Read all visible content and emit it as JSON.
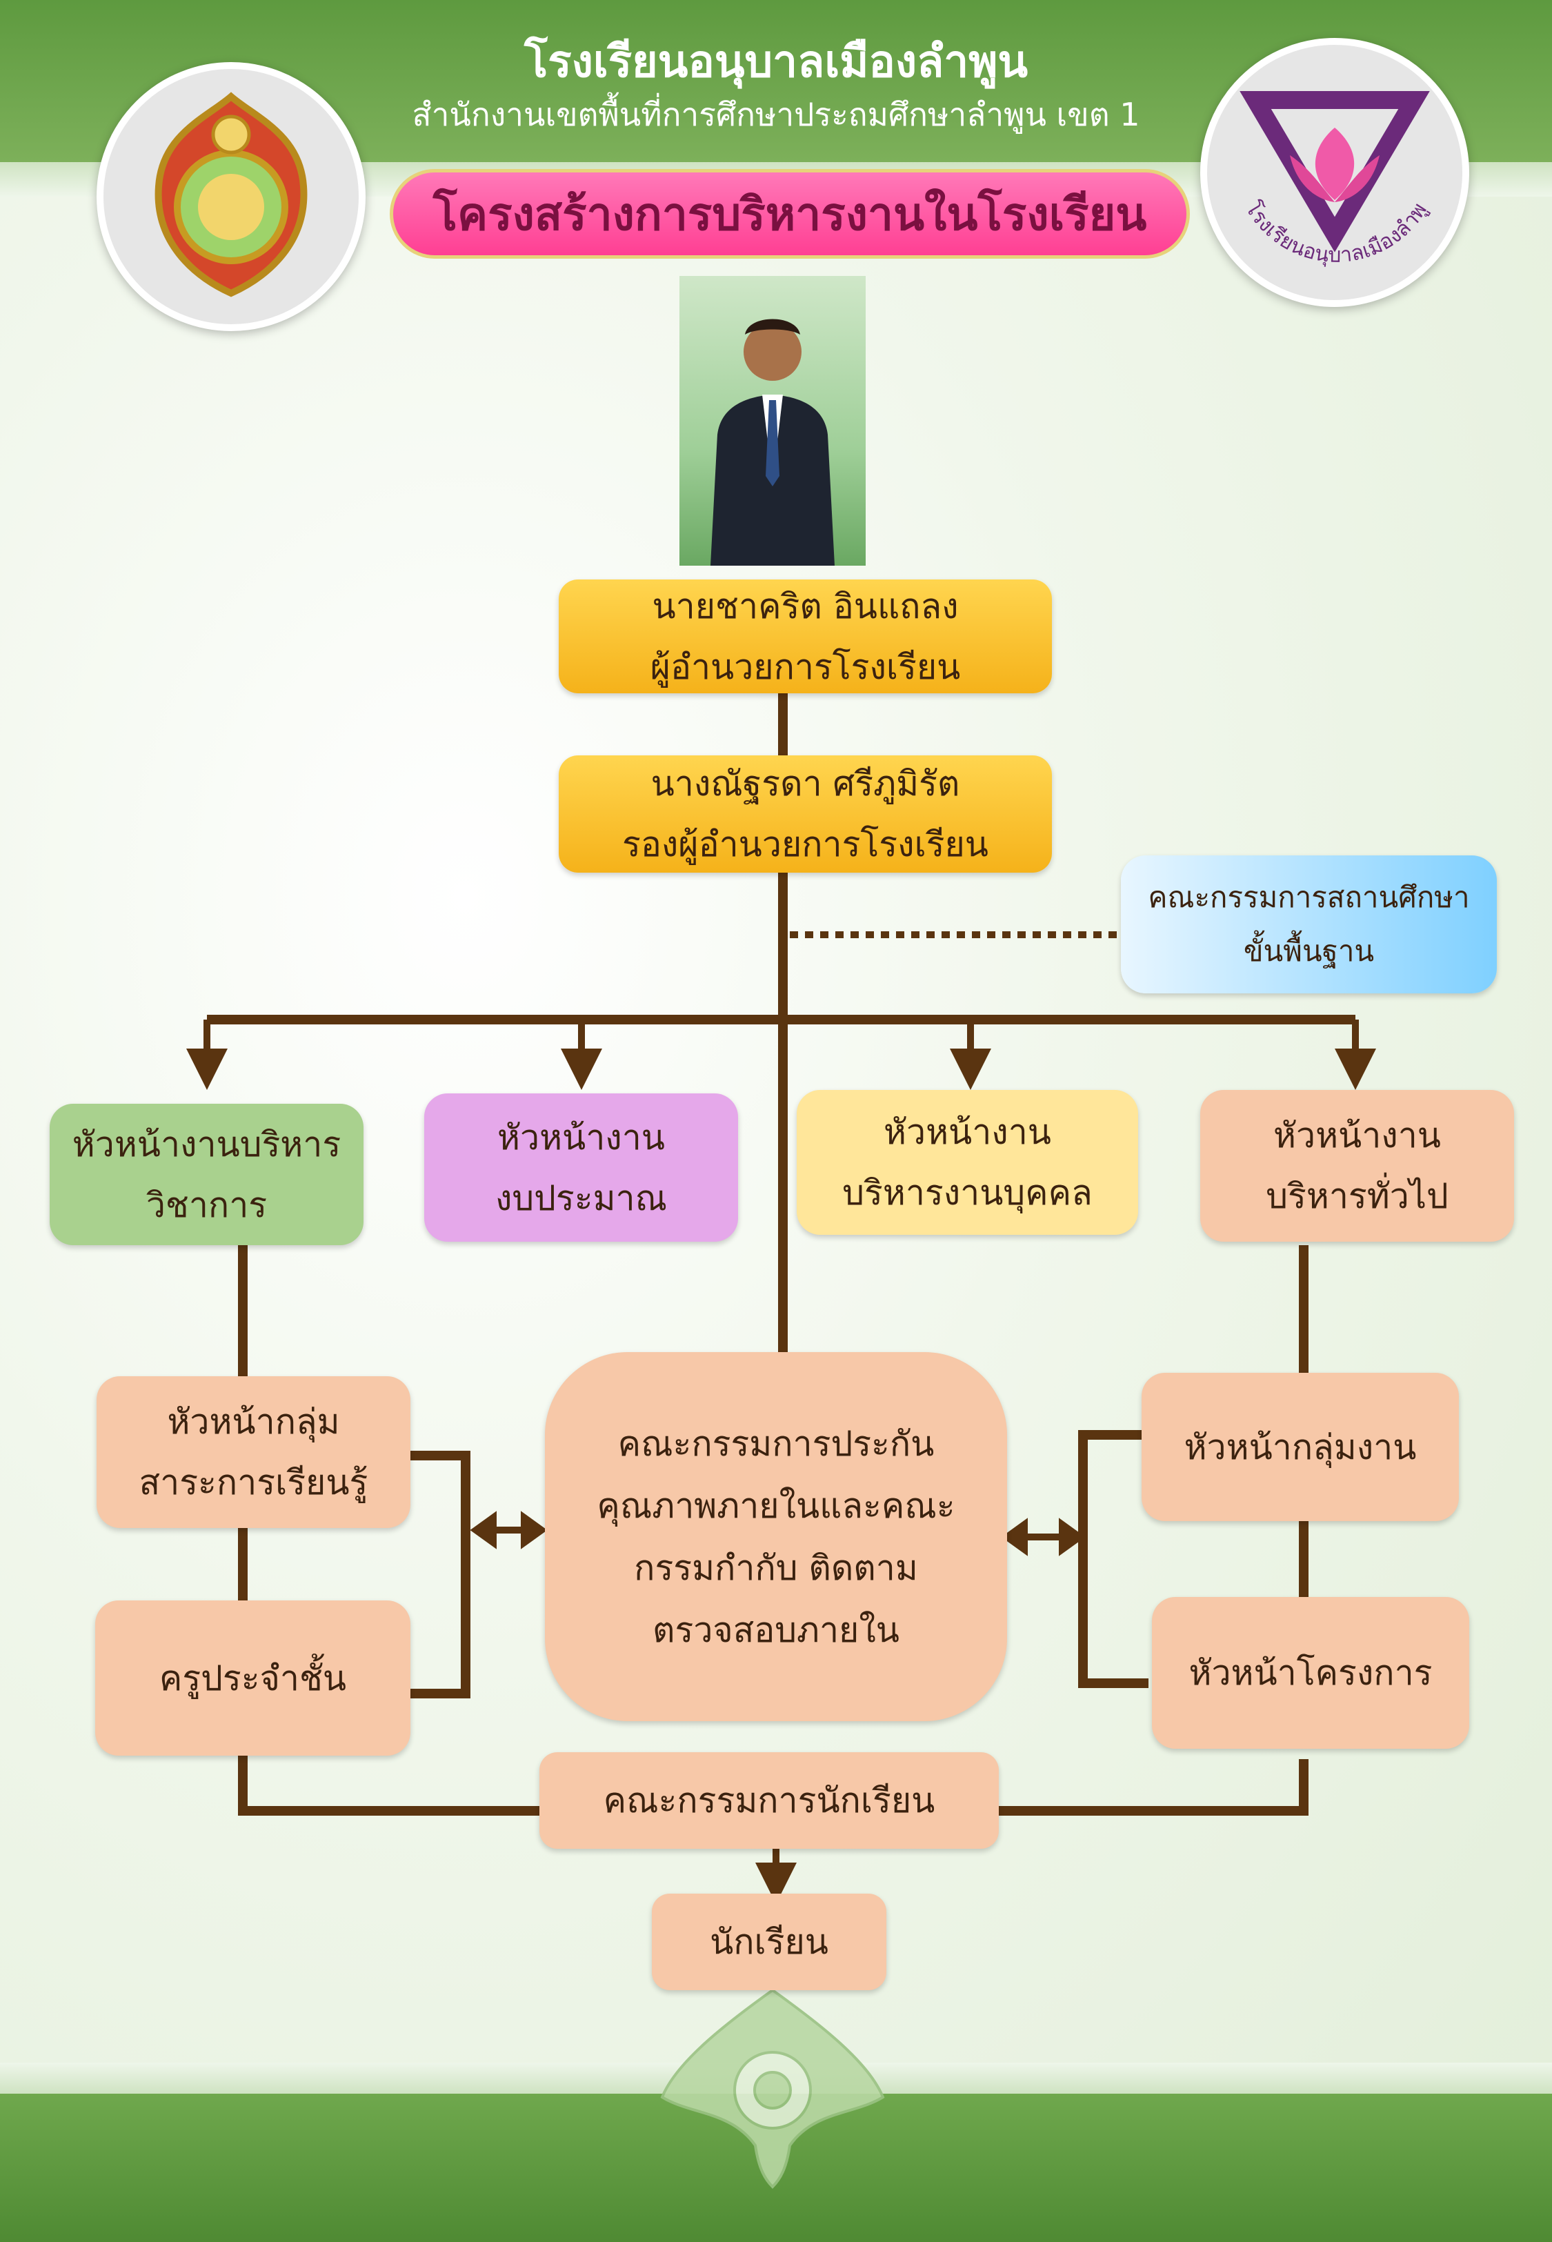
{
  "header": {
    "school_name": "โรงเรียนอนุบาลเมืองลำพูน",
    "office": "สำนักงานเขตพื้นที่การศึกษาประถมศึกษาลำพูน เขต 1"
  },
  "banner_title": "โครงสร้างการบริหารงานในโรงเรียน",
  "right_seal_text": "โรงเรียนอนุบาลเมืองลำพูน",
  "director": {
    "name": "นายชาคริต  อินแถลง",
    "title": "ผู้อำนวยการโรงเรียน"
  },
  "deputy": {
    "name": "นางณัฐรดา  ศรีภูมิรัต",
    "title": "รองผู้อำนวยการโรงเรียน"
  },
  "board": {
    "line1": "คณะกรรมการสถานศึกษา",
    "line2": "ขั้นพื้นฐาน"
  },
  "heads": [
    {
      "line1": "หัวหน้างานบริหาร",
      "line2": "วิชาการ"
    },
    {
      "line1": "หัวหน้างาน",
      "line2": "งบประมาณ"
    },
    {
      "line1": "หัวหน้างาน",
      "line2": "บริหารงานบุคคล"
    },
    {
      "line1": "หัวหน้างาน",
      "line2": "บริหารทั่วไป"
    }
  ],
  "left_group": {
    "line1": "หัวหน้ากลุ่ม",
    "line2": "สาระการเรียนรู้"
  },
  "class_teacher": "ครูประจำชั้น",
  "qa_committee": {
    "line1": "คณะกรรมการประกัน",
    "line2": "คุณภาพภายในและคณะ",
    "line3": "กรรมกำกับ ติดตาม",
    "line4": "ตรวจสอบภายใน"
  },
  "right_group": "หัวหน้ากลุ่มงาน",
  "project_head": "หัวหน้าโครงการ",
  "student_committee": "คณะกรรมการนักเรียน",
  "students": "นักเรียน",
  "colors": {
    "line": "#5a3410",
    "gold": "#f5b21a",
    "peach": "#f7c8a8",
    "green": "#a9d18e",
    "violet": "#e5a8ea",
    "yellow": "#ffe69a",
    "banner": "#ff3f93"
  }
}
